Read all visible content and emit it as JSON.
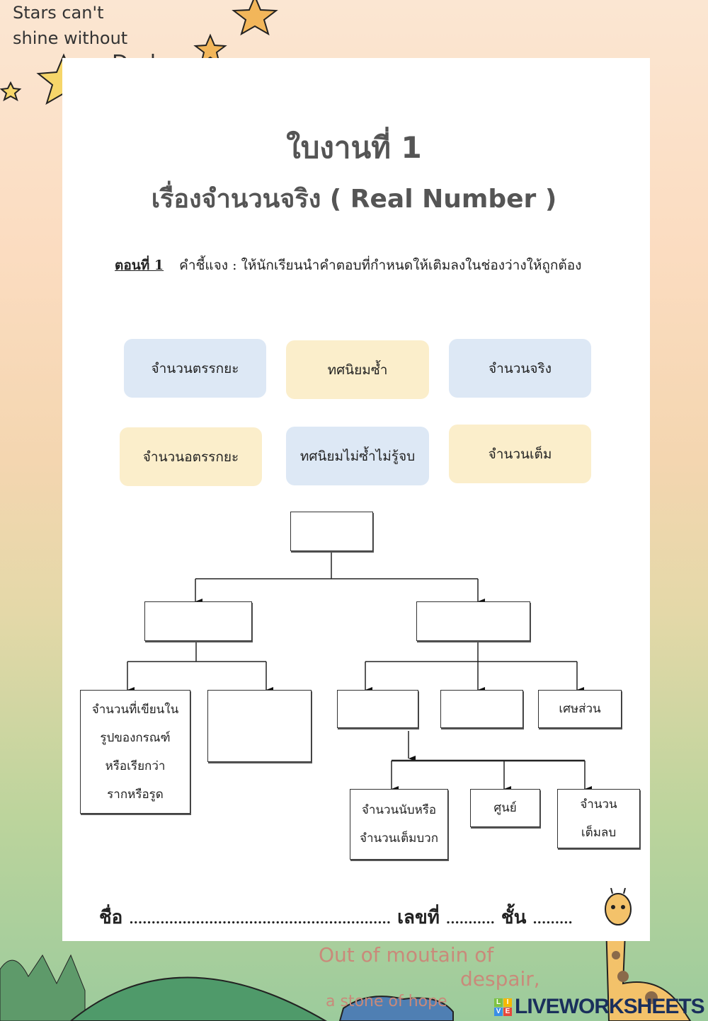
{
  "decor": {
    "top_left_text": [
      "Stars can't",
      "shine without",
      "Darkness"
    ],
    "bottom_text": [
      "Out of moutain of",
      "despair,",
      "a stone of hope"
    ]
  },
  "header": {
    "title": "ใบงานที่ 1",
    "subtitle": "เรื่องจำนวนจริง ( Real Number )"
  },
  "instruction": {
    "part": "ตอนที่ 1",
    "text": "คำชี้แจง : ให้นักเรียนนำคำตอบที่กำหนดให้เติมลงในช่องว่างให้ถูกต้อง"
  },
  "word_bank": [
    {
      "label": "จำนวนตรรกยะ",
      "color": "blue"
    },
    {
      "label": "ทศนิยมซ้ำ",
      "color": "yellow"
    },
    {
      "label": "จำนวนจริง",
      "color": "blue"
    },
    {
      "label": "จำนวนอตรรกยะ",
      "color": "yellow"
    },
    {
      "label": "ทศนิยมไม่ซ้ำไม่รู้จบ",
      "color": "blue"
    },
    {
      "label": "จำนวนเต็ม",
      "color": "yellow"
    }
  ],
  "diagram": {
    "irrational_desc": [
      "จำนวนที่เขียนใน",
      "รูปของกรณฑ์",
      "หรือเรียกว่า",
      "รากหรือรูด"
    ],
    "fraction": "เศษส่วน",
    "positive": [
      "จำนวนนับหรือ",
      "จำนวนเต็มบวก"
    ],
    "zero": "ศูนย์",
    "negative": [
      "จำนวน",
      "เต็มลบ"
    ]
  },
  "footer": {
    "name_label": "ชื่อ",
    "name_dots": "...........................................................",
    "number_label": "เลขที่",
    "number_dots": "...........",
    "class_label": "ชั้น",
    "class_dots": "........."
  },
  "brand": {
    "logo_text": "LIVEWORKSHEETS",
    "badge": [
      "L",
      "I",
      "V",
      "E"
    ]
  },
  "colors": {
    "chip_blue": "#dde8f5",
    "chip_yellow": "#fbeecb",
    "brand": "#1a2f5c"
  }
}
